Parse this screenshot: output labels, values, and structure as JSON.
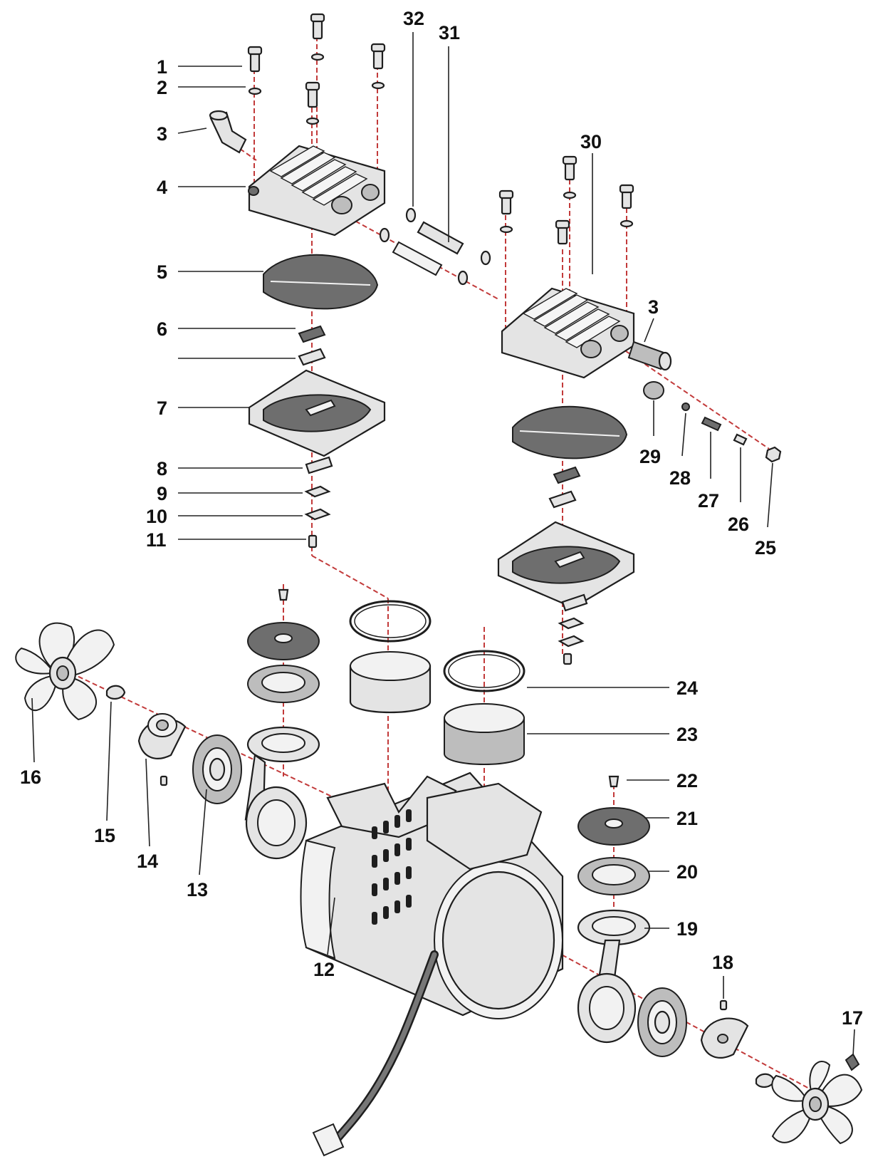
{
  "diagram": {
    "callouts": [
      {
        "id": "c1",
        "text": "1"
      },
      {
        "id": "c2",
        "text": "2"
      },
      {
        "id": "c3a",
        "text": "3"
      },
      {
        "id": "c4",
        "text": "4"
      },
      {
        "id": "c5",
        "text": "5"
      },
      {
        "id": "c6",
        "text": "6"
      },
      {
        "id": "c7",
        "text": "7"
      },
      {
        "id": "c8",
        "text": "8"
      },
      {
        "id": "c9",
        "text": "9"
      },
      {
        "id": "c10",
        "text": "10"
      },
      {
        "id": "c11",
        "text": "11"
      },
      {
        "id": "c12",
        "text": "12"
      },
      {
        "id": "c13",
        "text": "13"
      },
      {
        "id": "c14",
        "text": "14"
      },
      {
        "id": "c15",
        "text": "15"
      },
      {
        "id": "c16",
        "text": "16"
      },
      {
        "id": "c17",
        "text": "17"
      },
      {
        "id": "c18",
        "text": "18"
      },
      {
        "id": "c19",
        "text": "19"
      },
      {
        "id": "c20",
        "text": "20"
      },
      {
        "id": "c21",
        "text": "21"
      },
      {
        "id": "c22",
        "text": "22"
      },
      {
        "id": "c23",
        "text": "23"
      },
      {
        "id": "c24",
        "text": "24"
      },
      {
        "id": "c25",
        "text": "25"
      },
      {
        "id": "c26",
        "text": "26"
      },
      {
        "id": "c27",
        "text": "27"
      },
      {
        "id": "c28",
        "text": "28"
      },
      {
        "id": "c29",
        "text": "29"
      },
      {
        "id": "c30",
        "text": "30"
      },
      {
        "id": "c31",
        "text": "31"
      },
      {
        "id": "c32",
        "text": "32"
      },
      {
        "id": "c3b",
        "text": "3"
      }
    ],
    "colors": {
      "axis": "#c23a3a",
      "outline": "#1e1e1e",
      "metal": "#e4e4e4",
      "gasket": "#6e6e6e"
    }
  }
}
